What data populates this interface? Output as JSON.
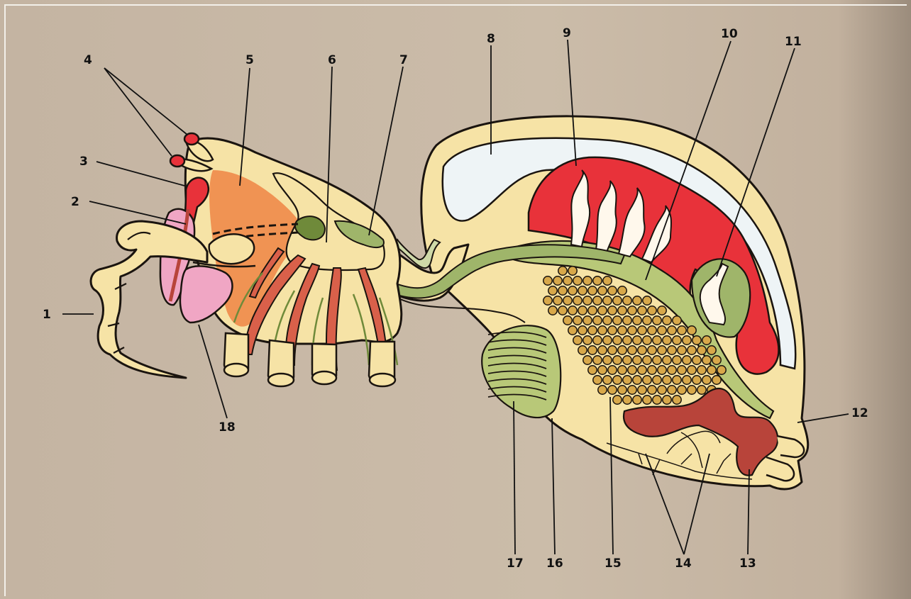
{
  "diagram": {
    "callouts": [
      {
        "id": "1",
        "text": "1"
      },
      {
        "id": "2",
        "text": "2"
      },
      {
        "id": "3",
        "text": "3"
      },
      {
        "id": "4",
        "text": "4"
      },
      {
        "id": "5",
        "text": "5"
      },
      {
        "id": "6",
        "text": "6"
      },
      {
        "id": "7",
        "text": "7"
      },
      {
        "id": "8",
        "text": "8"
      },
      {
        "id": "9",
        "text": "9"
      },
      {
        "id": "10",
        "text": "10"
      },
      {
        "id": "11",
        "text": "11"
      },
      {
        "id": "12",
        "text": "12"
      },
      {
        "id": "13",
        "text": "13"
      },
      {
        "id": "14",
        "text": "14"
      },
      {
        "id": "15",
        "text": "15"
      },
      {
        "id": "16",
        "text": "16"
      },
      {
        "id": "17",
        "text": "17"
      },
      {
        "id": "18",
        "text": "18"
      }
    ]
  },
  "colors": {
    "background": "#c8b8a6",
    "body_fill": "#f6e3a6",
    "outline": "#1a140f",
    "red_organ": "#e8323a",
    "dark_red": "#b8443a",
    "orange": "#f08a4a",
    "green": "#9fb56a",
    "dark_green": "#6f8a3a",
    "pink": "#f0a6c4",
    "light_blue": "#eef4f6",
    "egg": "#d8a84a"
  }
}
